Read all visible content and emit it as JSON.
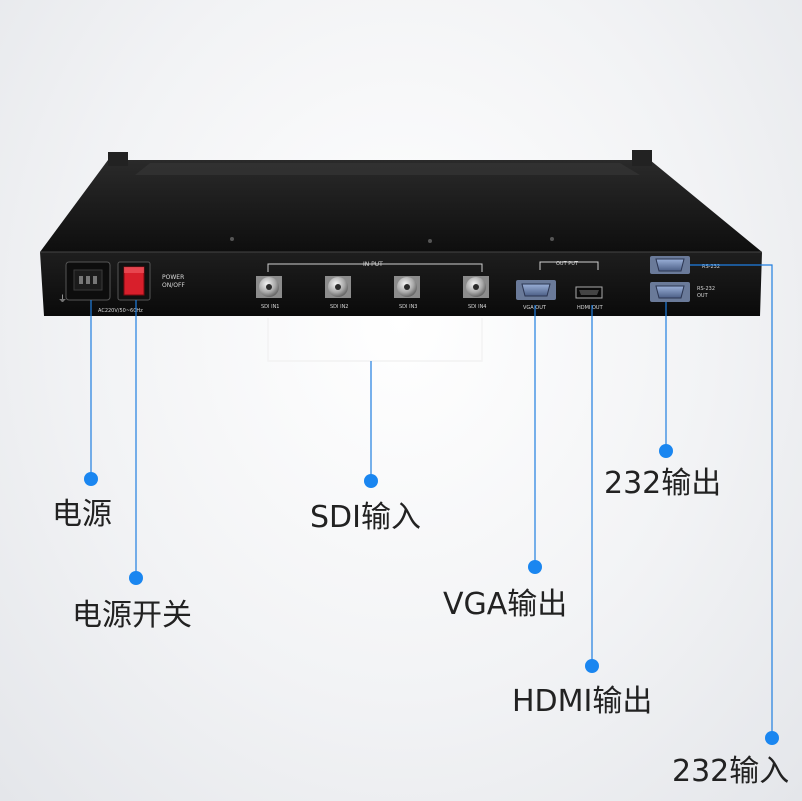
{
  "device": {
    "power_label_line1": "POWER",
    "power_label_line2": "ON/OFF",
    "ac_rating": "AC220V/50~60Hz",
    "input_group_label": "IN PUT",
    "output_group_label": "OUT PUT",
    "sdi_ports": [
      "SDI IN1",
      "SDI IN2",
      "SDI IN3",
      "SDI IN4"
    ],
    "vga_out_label": "VGA OUT",
    "hdmi_out_label": "HDMI OUT",
    "rs232_in_label": "RS-232",
    "rs232_out_label_line1": "RS-232",
    "rs232_out_label_line2": "OUT"
  },
  "callouts": {
    "power": "电源",
    "power_switch": "电源开关",
    "sdi_input": "SDI输入",
    "vga_output": "VGA输出",
    "hdmi_output": "HDMI输出",
    "rs232_output": "232输出",
    "rs232_input": "232输入"
  },
  "colors": {
    "callout_line": "#1f7ee0",
    "callout_dot": "#1a86f0",
    "chassis": "#151515",
    "rocker_switch": "#d81f2b"
  }
}
